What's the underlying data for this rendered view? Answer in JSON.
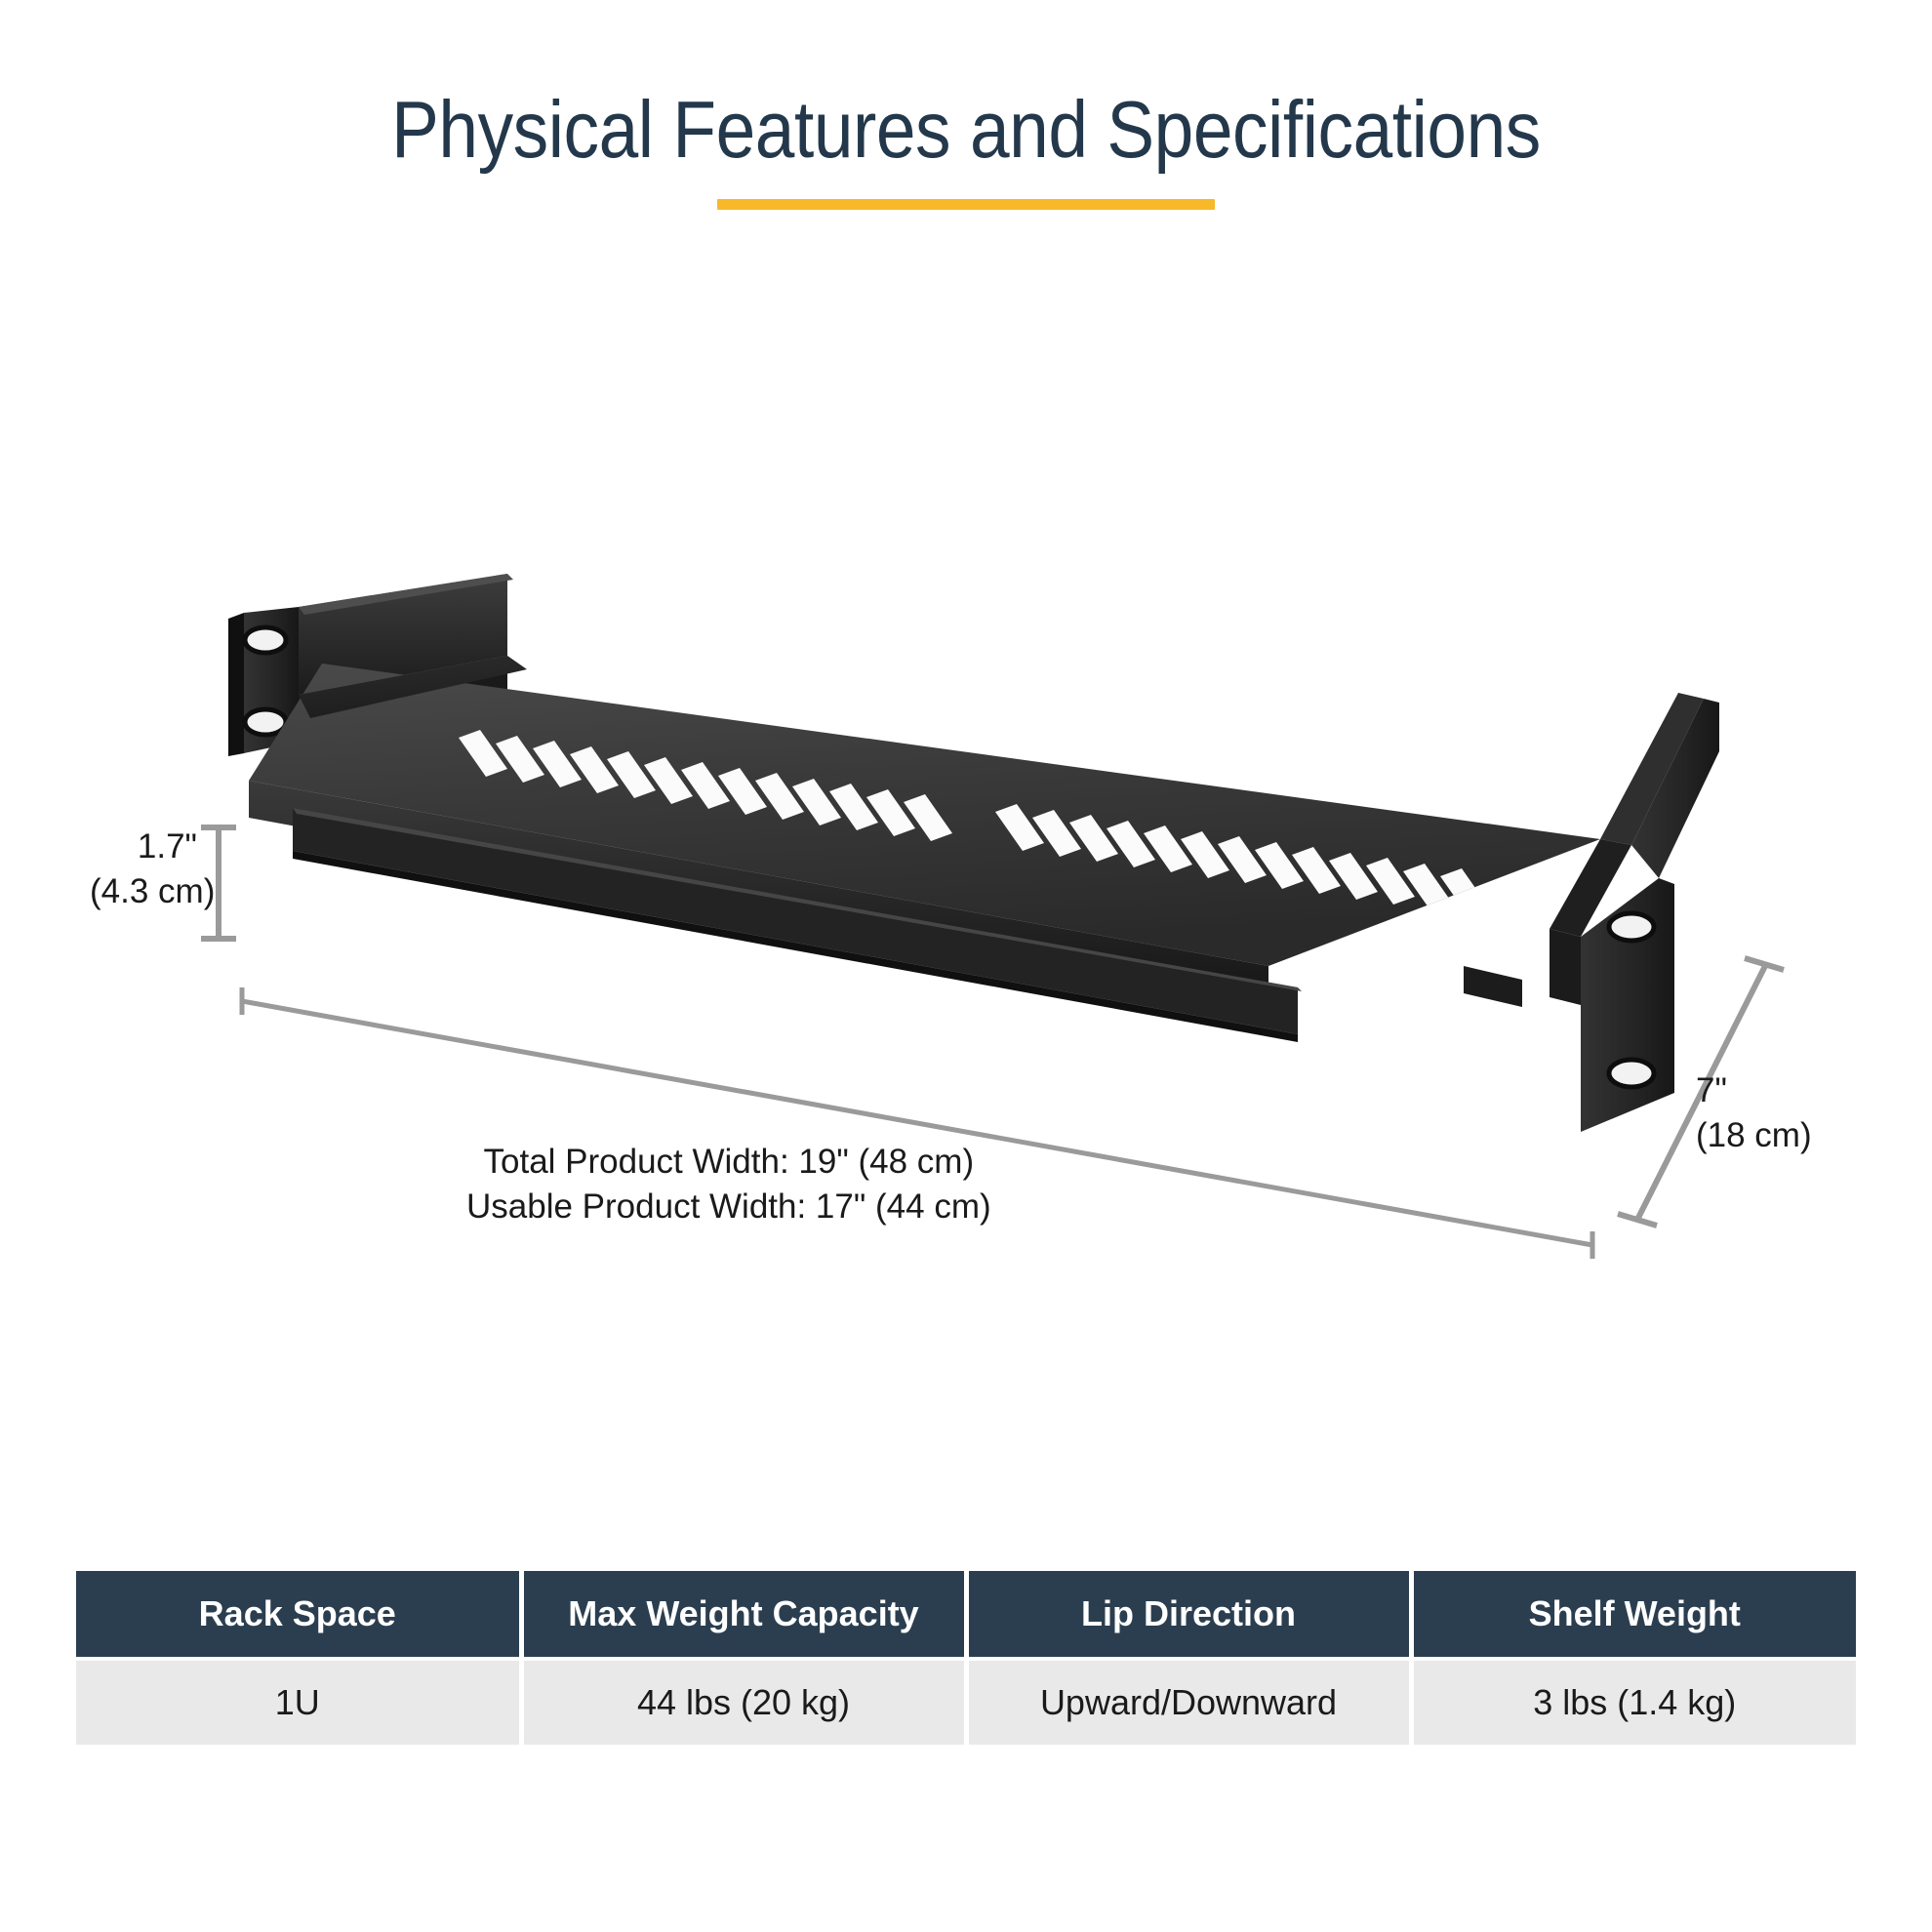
{
  "header": {
    "title": "Physical Features and Specifications",
    "rule_color": "#f7b82a",
    "title_color": "#24384b"
  },
  "product_illustration": {
    "product_name": "1U rack mount shelf",
    "body_color": "#2e2e2e",
    "vent_slot_count": 26,
    "mounting_hole_count": 4
  },
  "dimensions": {
    "height": {
      "imperial": "1.7\"",
      "metric": "(4.3 cm)"
    },
    "depth": {
      "imperial": "7\"",
      "metric": "(18 cm)"
    },
    "width_total": "Total Product Width: 19\" (48 cm)",
    "width_usable": "Usable Product Width: 17\" (44 cm)",
    "caliper_color": "#9a9a9a"
  },
  "spec_table": {
    "header_bg": "#2b3e50",
    "row_bg": "#e9e9e9",
    "columns": [
      "Rack Space",
      "Max Weight Capacity",
      "Lip Direction",
      "Shelf Weight"
    ],
    "rows": [
      [
        "1U",
        "44 lbs (20 kg)",
        "Upward/Downward",
        "3 lbs (1.4 kg)"
      ]
    ]
  }
}
